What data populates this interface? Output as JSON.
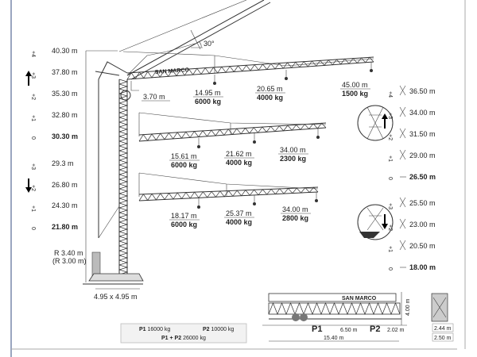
{
  "luffing_angle": "30°",
  "tower_heights_left": {
    "raise_group": [
      {
        "step": "+4",
        "value": "40.30 m"
      },
      {
        "step": "+3",
        "value": "37.80 m"
      },
      {
        "step": "+2",
        "value": "35.30 m"
      },
      {
        "step": "+1",
        "value": "32.80 m"
      },
      {
        "step": "0",
        "value": "30.30 m"
      }
    ],
    "lower_group": [
      {
        "step": "+3",
        "value": "29.3 m"
      },
      {
        "step": "+2",
        "value": "26.80 m"
      },
      {
        "step": "+1",
        "value": "24.30 m"
      },
      {
        "step": "0",
        "value": "21.80 m"
      }
    ]
  },
  "tower_heights_right": {
    "raise_group": [
      {
        "step": "+4",
        "value": "36.50 m"
      },
      {
        "step": "+3",
        "value": "34.00 m"
      },
      {
        "step": "+2",
        "value": "31.50 m"
      },
      {
        "step": "+1",
        "value": "29.00 m"
      },
      {
        "step": "0",
        "value": "26.50 m"
      }
    ],
    "lower_group": [
      {
        "step": "+3",
        "value": "25.50 m"
      },
      {
        "step": "+2",
        "value": "23.00 m"
      },
      {
        "step": "+1",
        "value": "20.50 m"
      },
      {
        "step": "0",
        "value": "18.00 m"
      }
    ]
  },
  "slew_radius": {
    "main": "R 3.40 m",
    "alt": "(R 3.00 m)"
  },
  "base_size": "4.95 x 4.95 m",
  "jib_brand": "SAN MARCO",
  "jib_main": {
    "min_radius": "3.70 m",
    "loads": [
      {
        "radius": "14.95 m",
        "load": "6000 kg"
      },
      {
        "radius": "20.65 m",
        "load": "4000 kg"
      },
      {
        "radius": "45.00 m",
        "load": "1500 kg"
      }
    ]
  },
  "jib_mid": {
    "loads": [
      {
        "radius": "15.61 m",
        "load": "6000 kg"
      },
      {
        "radius": "21.62 m",
        "load": "4000 kg"
      },
      {
        "radius": "34.00 m",
        "load": "2300 kg"
      }
    ]
  },
  "jib_short": {
    "loads": [
      {
        "radius": "18.17 m",
        "load": "6000 kg"
      },
      {
        "radius": "25.37 m",
        "load": "4000 kg"
      },
      {
        "radius": "34.00 m",
        "load": "2800 kg"
      }
    ]
  },
  "weights": {
    "p1_label": "P1",
    "p1_value": "16000 kg",
    "p2_label": "P2",
    "p2_value": "10000 kg",
    "sum_label": "P1 + P2",
    "sum_value": "26000 kg"
  },
  "transport": {
    "p1": "P1",
    "p2": "P2",
    "axle_gap": "6.50 m",
    "rear_overhang": "2.02 m",
    "length": "15.40 m",
    "height": "4.00 m",
    "width_inner": "2.44 m",
    "width_outer": "2.50 m"
  }
}
